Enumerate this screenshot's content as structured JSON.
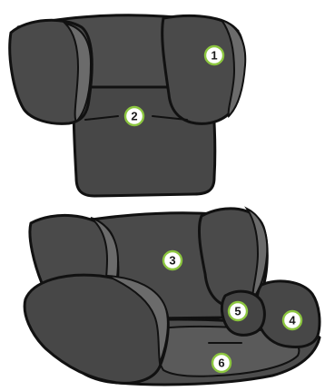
{
  "colors": {
    "fabric": "#4a4a4a",
    "fabric_light": "#5a5a5a",
    "fabric_dark": "#3a3a3a",
    "edge_trim": "#6b6b6b",
    "outline": "#111111",
    "callout_ring": "#8cc63f",
    "callout_fill": "#ffffff"
  },
  "components": [
    {
      "part": "headrest",
      "callouts": [
        "1",
        "2"
      ]
    },
    {
      "part": "seat",
      "callouts": [
        "3",
        "4",
        "5",
        "6"
      ]
    }
  ],
  "callouts": [
    {
      "number": "1"
    },
    {
      "number": "2"
    },
    {
      "number": "3"
    },
    {
      "number": "4"
    },
    {
      "number": "5"
    },
    {
      "number": "6"
    }
  ]
}
